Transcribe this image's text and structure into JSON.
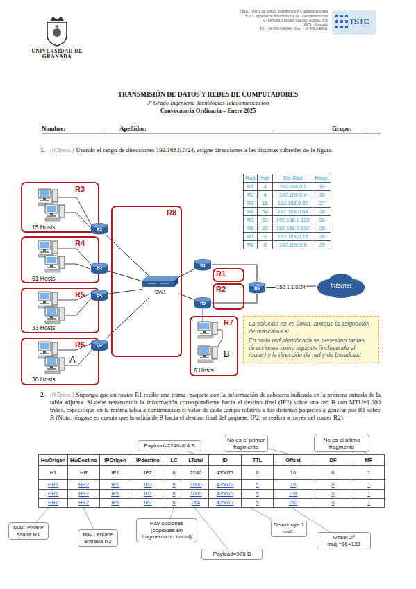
{
  "diagram": {
    "nodes": [
      {
        "text": [
          "R3",
          "15 Hosts"
        ]
      },
      {
        "text": [
          "R3"
        ],
        "in": 0
      },
      {
        "text": [
          "R4",
          "61 Hosts"
        ]
      },
      {
        "text": [
          "R4"
        ],
        "in": 2
      },
      {
        "text": [
          "R5",
          "33 Hosts"
        ]
      },
      {
        "text": [
          "R5"
        ],
        "in": 4
      },
      {
        "text": [
          "R6",
          "A",
          "30 Hosts"
        ]
      },
      {
        "text": [
          "R6"
        ],
        "in": 6
      },
      {
        "text": [
          "R8"
        ]
      },
      {
        "text": [
          "SW1"
        ],
        "in": 8
      },
      {
        "text": [
          "R1"
        ]
      },
      {
        "text": [
          "R2"
        ]
      },
      {
        "text": [
          "R1"
        ]
      },
      {
        "text": [
          "R4"
        ]
      },
      {
        "text": [
          "R2"
        ]
      },
      {
        "text": [
          "Internet"
        ]
      },
      {
        "text": [
          "R7",
          "B",
          "6 Hosts"
        ]
      },
      {
        "text": [
          "La solución no es única, aunque la asignación de máscaras sí.",
          "En cada red identificada se necesitan tantas direcciones como equipos (incluyendo al router) y la dirección de red y de broadcast"
        ]
      },
      {
        "text": [
          "Payload=2240-6*4 B"
        ]
      },
      {
        "text": [
          "No es el primer fragmento"
        ]
      },
      {
        "text": [
          "No es el último fragmento"
        ]
      },
      {
        "text": [
          "MAC enlace salida R1"
        ]
      },
      {
        "text": [
          "MAC enlace entrada R2"
        ]
      },
      {
        "text": [
          "Hay opciones (copiadas en fragmento no inicial)"
        ]
      },
      {
        "text": [
          "Payload=976 B"
        ]
      },
      {
        "text": [
          "Disminuye 1 salto"
        ]
      },
      {
        "text": [
          "Offset 2º frag.=16+122"
        ]
      }
    ],
    "edges": [
      {
        "from": 1,
        "to": 9,
        "arrow": "none"
      },
      {
        "from": 3,
        "to": 9,
        "arrow": "none"
      },
      {
        "from": 5,
        "to": 9,
        "arrow": "none"
      },
      {
        "from": 7,
        "to": 9,
        "arrow": "none"
      },
      {
        "from": 10,
        "to": 9,
        "arrow": "none"
      },
      {
        "from": 11,
        "to": 9,
        "arrow": "none"
      },
      {
        "from": 10,
        "to": 13,
        "arrow": "none"
      },
      {
        "from": 11,
        "to": 13,
        "arrow": "none"
      },
      {
        "from": 13,
        "to": 15,
        "label": "150.1.1.0/24",
        "arrow": "none"
      }
    ],
    "labels": [
      "Dpto. Teoría de Señal, Telemática y Comunicaciones",
      "E.T.S. Ingenierías Informática y de Telecomunicación",
      "C/ Periodista Daniel Saucedo Aranda, S/N",
      "18071 - Granada",
      "Tlf: +34 958-240840 - Fax: +34 958-240831",
      "UNIVERSIDAD DE GRANADA",
      "TSTC",
      "TRANSMISIÓN DE DATOS Y REDES DE COMPUTADORES",
      "3º Grado Ingeniería Tecnologías Telecomunicación",
      "Convocatoria Ordinaria – Enero 2025",
      "Nombre: ____________",
      "Apellidos: ________________________________________",
      "Grupo: ____",
      "1.",
      "(0,5ptos.)",
      "Usando el rango de direcciones 192.168.0.0/24, asigne direcciones a las distintas subredes de la figura.",
      "Red",
      "#dir",
      "Dir. Red",
      "Masc.",
      "R1",
      "4",
      "192.168.0.0",
      "30",
      "R2",
      "4",
      "192.168.0.4",
      "30",
      "R3",
      "18",
      "192.168.0.32",
      "27",
      "R4",
      "64",
      "192.168.0.64",
      "26",
      "R5",
      "33",
      "192.168.0.128",
      "26",
      "R6",
      "33",
      "192.168.0.192",
      "26",
      "R7",
      "9",
      "192.168.0.16",
      "28",
      "R8",
      "8",
      "192.168.0.8",
      "29",
      "2.",
      "(0,5ptos.)",
      "Suponga que un router R1 recibe una trama+paquete con la información de cabecera indicada en la primera entrada de la tabla adjunta. Si debe retransmitir la información correspondiente hacia el destino final (IP2) sobre una red B con MTU=1.000 bytes, especifique en la misma tabla a continuación el valor de cada campo relativo a los distintos paquetes a generar por R1 sobre B (Nota: téngase en cuenta que la salida de B hacia el destino final del paquete, IP2, se realiza a través del router R2).",
      "HwOrigen",
      "HwDestino",
      "IPOrigen",
      "IPdestino",
      "LC",
      "LTotal",
      "ID",
      "TTL",
      "Offset",
      "DF",
      "MF",
      "H1",
      "HR",
      "IP1",
      "IP2",
      "6",
      "2240",
      "435673",
      "6",
      "16",
      "0",
      "1",
      "HR1",
      "HR2",
      "IP1",
      "IP2",
      "6",
      "1000",
      "435673",
      "5",
      "16",
      "0",
      "1",
      "HR1",
      "HR2",
      "IP1",
      "IP2",
      "6",
      "1000",
      "435673",
      "5",
      "138",
      "0",
      "1",
      "HR1",
      "HR2",
      "IP1",
      "IP2",
      "6",
      "264",
      "435673",
      "5",
      "260",
      "0",
      "1"
    ]
  }
}
